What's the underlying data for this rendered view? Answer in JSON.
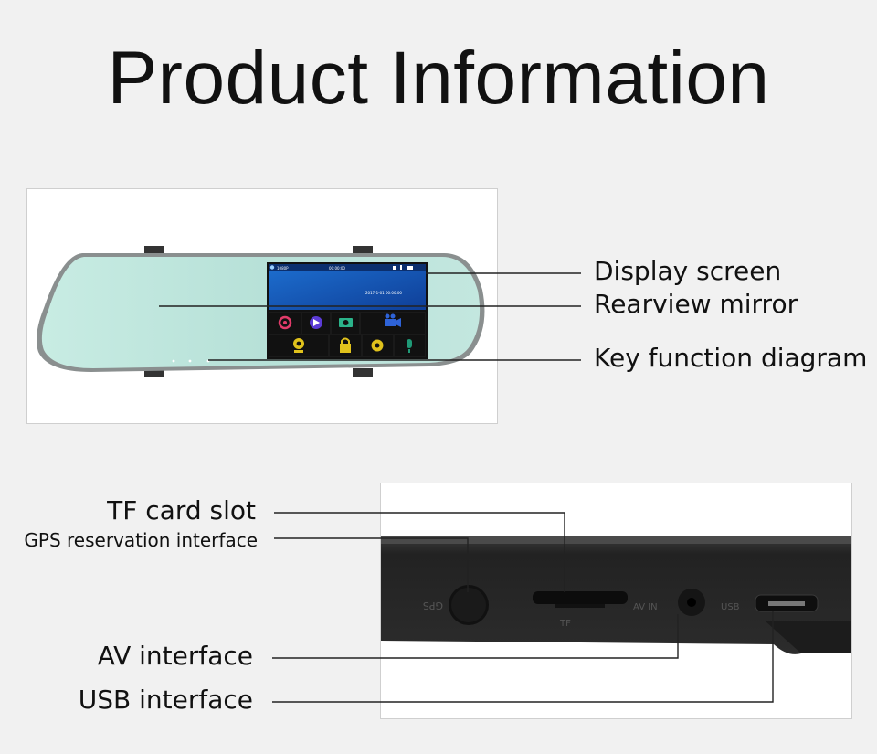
{
  "title": "Product Information",
  "mirror": {
    "screen_status": {
      "resolution": "1080P",
      "time": "00:00:00",
      "date_time": "2017-1-01 00:00:00"
    },
    "labels": {
      "display_screen": "Display screen",
      "rearview_mirror": "Rearview mirror",
      "key_function_diagram": "Key function diagram"
    }
  },
  "ports": {
    "labels": {
      "tf_card_slot": "TF card slot",
      "gps_interface": "GPS reservation interface",
      "av_interface": "AV interface",
      "usb_interface": "USB interface"
    },
    "embossed": {
      "gps": "GPS",
      "tf": "TF",
      "avin": "AV IN",
      "usb": "USB"
    }
  },
  "colors": {
    "background": "#f1f1f1",
    "mirror_glass": "#bfe5dc",
    "screen_blue": "#1650b8",
    "port_body": "#2a2a2a"
  },
  "icons": [
    "settings-icon",
    "play-icon",
    "camera-icon",
    "video-camera-icon",
    "webcam-icon",
    "lock-icon",
    "gear-icon",
    "microphone-icon"
  ]
}
